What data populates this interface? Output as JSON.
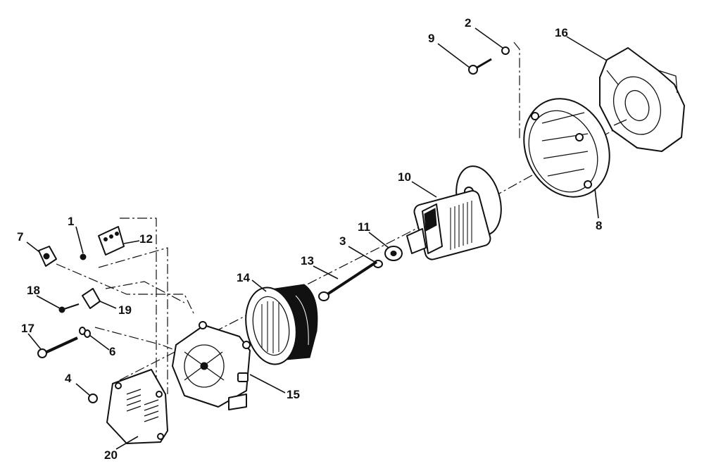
{
  "colors": {
    "ink": "#111111",
    "background": "#ffffff"
  },
  "callouts": [
    {
      "id": "c1",
      "text": "1"
    },
    {
      "id": "c2",
      "text": "2"
    },
    {
      "id": "c3",
      "text": "3"
    },
    {
      "id": "c4",
      "text": "4"
    },
    {
      "id": "c6",
      "text": "6"
    },
    {
      "id": "c7",
      "text": "7"
    },
    {
      "id": "c8",
      "text": "8"
    },
    {
      "id": "c9",
      "text": "9"
    },
    {
      "id": "c10",
      "text": "10"
    },
    {
      "id": "c11",
      "text": "11"
    },
    {
      "id": "c12",
      "text": "12"
    },
    {
      "id": "c13",
      "text": "13"
    },
    {
      "id": "c14",
      "text": "14"
    },
    {
      "id": "c15",
      "text": "15"
    },
    {
      "id": "c16",
      "text": "16"
    },
    {
      "id": "c17",
      "text": "17"
    },
    {
      "id": "c18",
      "text": "18"
    },
    {
      "id": "c19",
      "text": "19"
    },
    {
      "id": "c20",
      "text": "20"
    }
  ]
}
